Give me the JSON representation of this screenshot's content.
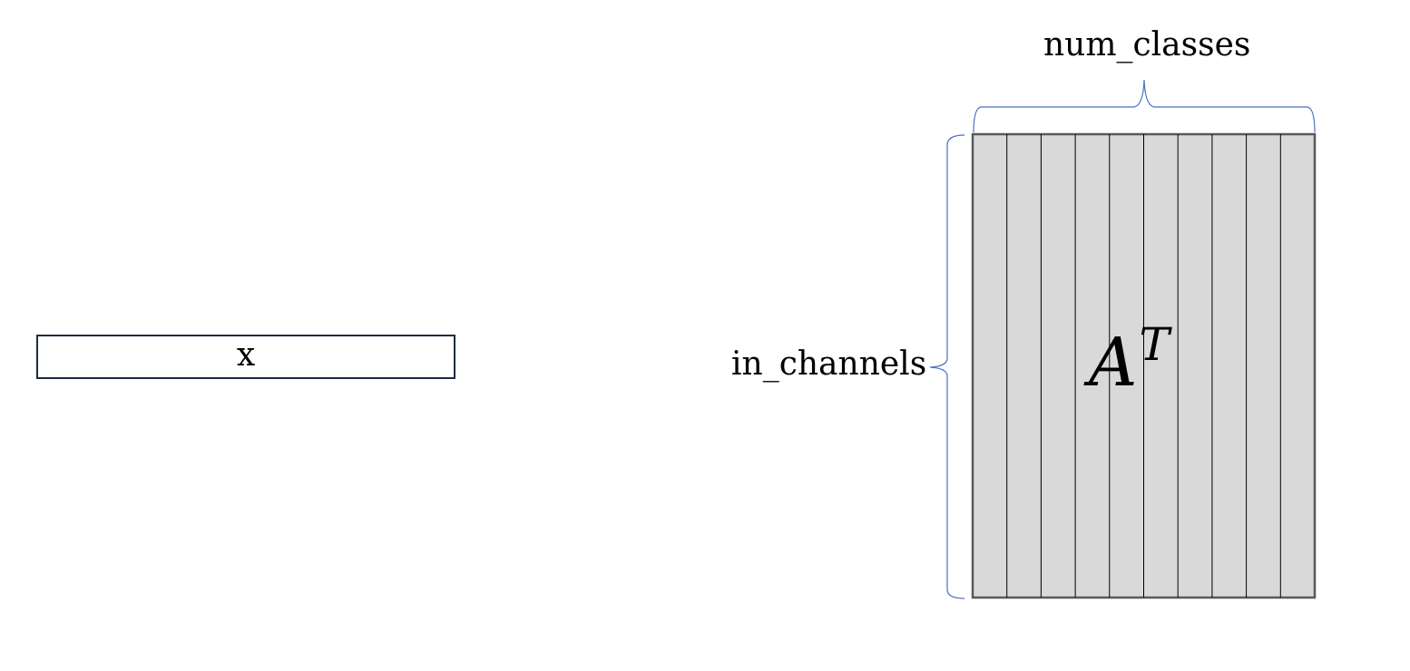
{
  "vector": {
    "label": "x"
  },
  "matrix": {
    "symbol_base": "A",
    "symbol_superscript": "T",
    "column_count": 10,
    "fill_color": "#d9d9d9",
    "border_color": "#595959"
  },
  "dimensions": {
    "columns_label": "num_classes",
    "rows_label": "in_channels",
    "brace_color": "#4472c4"
  }
}
